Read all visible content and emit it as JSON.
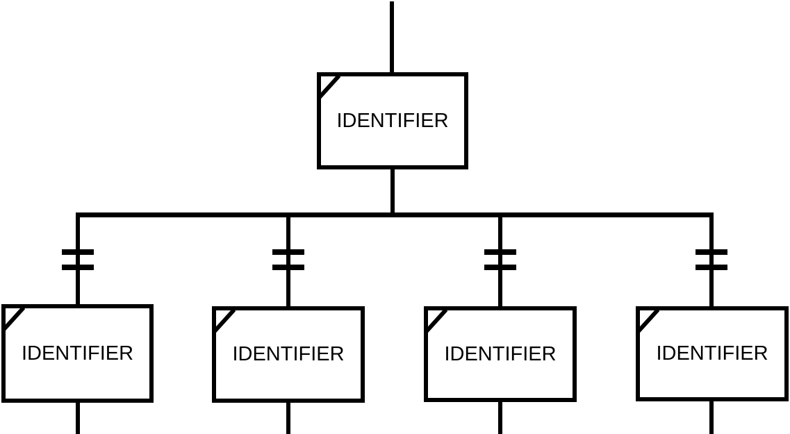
{
  "diagram": {
    "kind": "hierarchy-block-diagram",
    "root": {
      "label": "IDENTIFIER"
    },
    "children": [
      {
        "label": "IDENTIFIER"
      },
      {
        "label": "IDENTIFIER"
      },
      {
        "label": "IDENTIFIER"
      },
      {
        "label": "IDENTIFIER"
      }
    ],
    "marks": {
      "corner_notch_on_each_box": true,
      "double_tick_marks_per_child_connector": 2
    },
    "colors": {
      "line": "#000000",
      "background": "#ffffff",
      "text": "#000000"
    }
  }
}
